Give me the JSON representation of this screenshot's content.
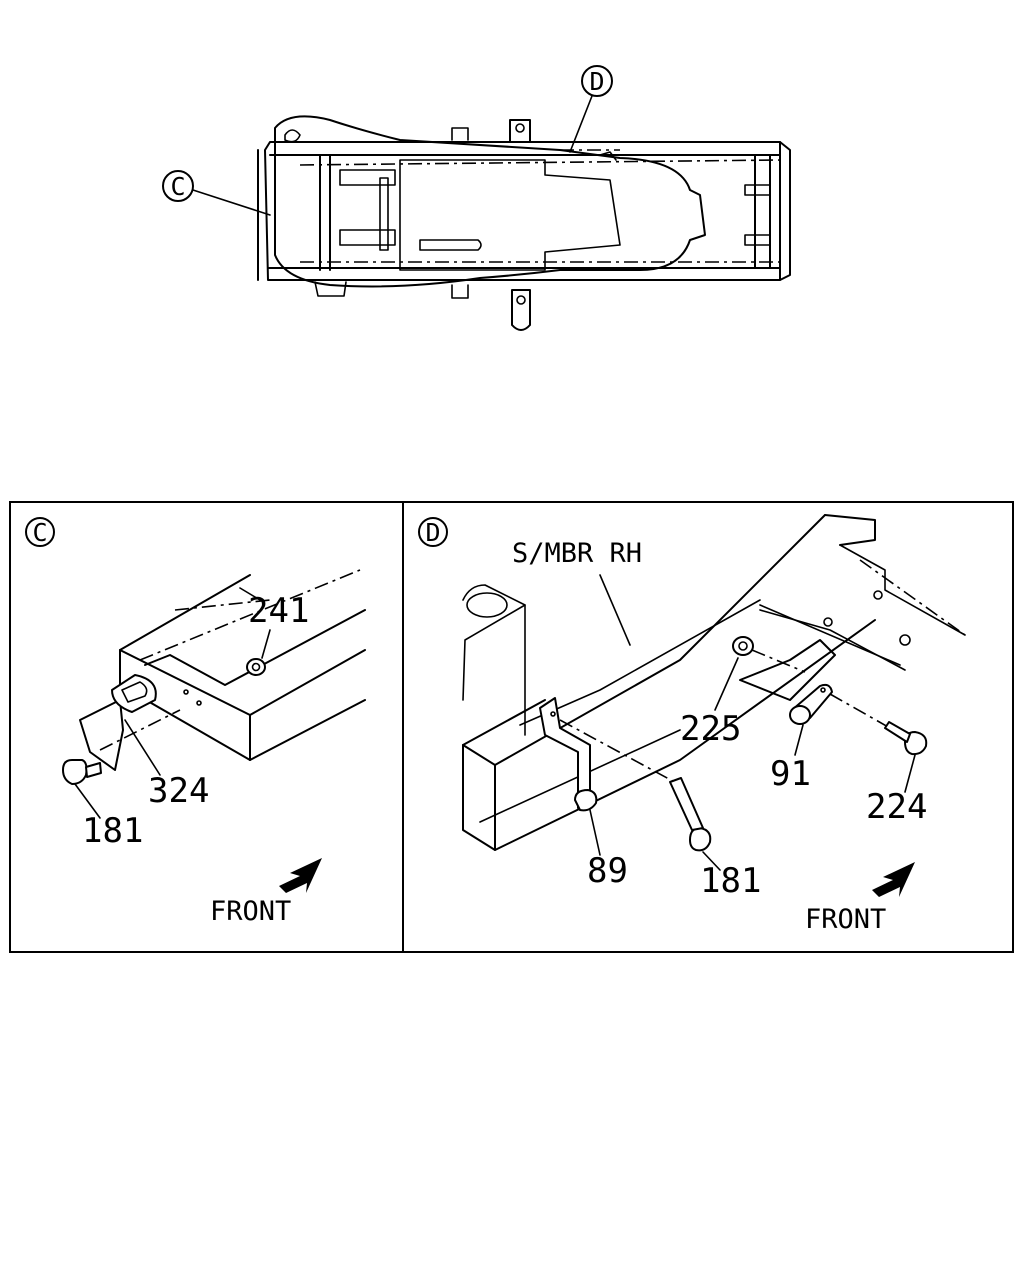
{
  "overview": {
    "callout_c": "C",
    "callout_d": "D"
  },
  "panel_c": {
    "tag": "C",
    "parts": {
      "p241": "241",
      "p324": "324",
      "p181": "181"
    },
    "front_label": "FRONT"
  },
  "panel_d": {
    "tag": "D",
    "member_label": "S/MBR RH",
    "parts": {
      "p225": "225",
      "p91": "91",
      "p224": "224",
      "p89": "89",
      "p181": "181"
    },
    "front_label": "FRONT"
  }
}
